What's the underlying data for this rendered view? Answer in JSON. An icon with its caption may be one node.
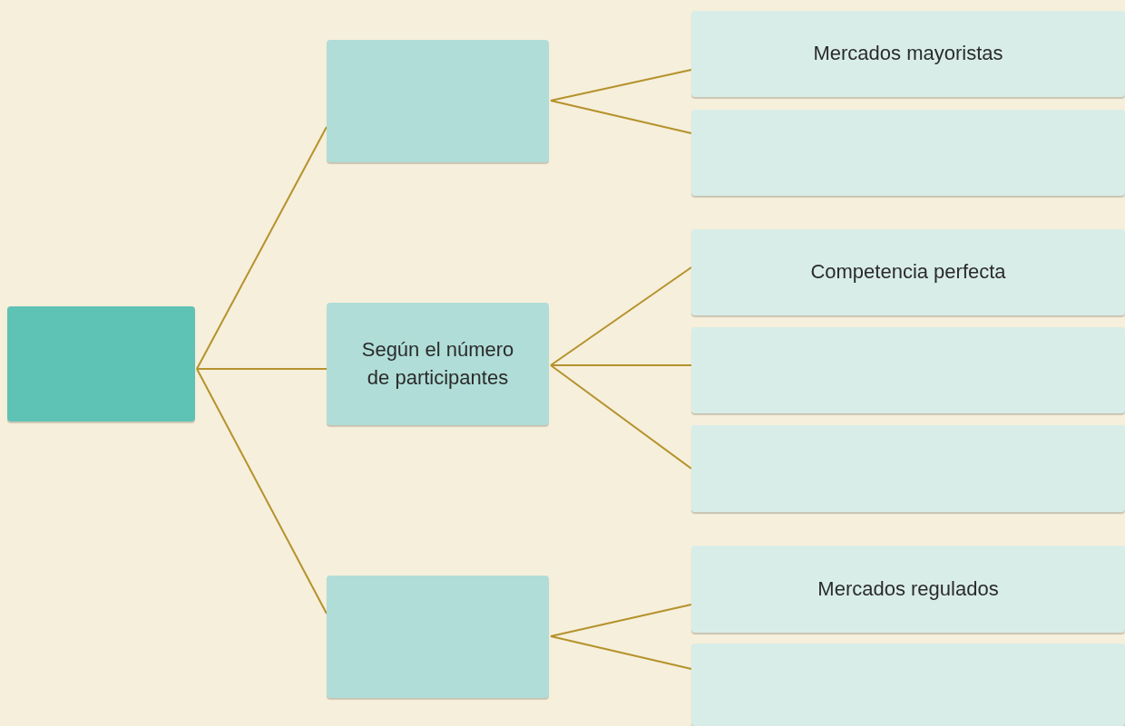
{
  "diagram": {
    "nodes": [
      {
        "text": [],
        "shape": "box"
      },
      {
        "text": [],
        "shape": "box"
      },
      {
        "text": [
          "Según el número de participantes"
        ]
      },
      {
        "text": [],
        "shape": "box"
      },
      {
        "text": [
          "Mercados mayoristas"
        ]
      },
      {
        "text": [],
        "shape": "box"
      },
      {
        "text": [
          "Competencia perfecta"
        ]
      },
      {
        "text": [],
        "shape": "box"
      },
      {
        "text": [],
        "shape": "box"
      },
      {
        "text": [
          "Mercados regulados"
        ]
      },
      {
        "text": [],
        "shape": "box"
      }
    ],
    "edges": [
      {
        "from": 0,
        "to": 1,
        "arrow": "none"
      },
      {
        "from": 0,
        "to": 2,
        "arrow": "none"
      },
      {
        "from": 0,
        "to": 3,
        "arrow": "none"
      },
      {
        "from": 1,
        "to": 4,
        "arrow": "none"
      },
      {
        "from": 1,
        "to": 5,
        "arrow": "none"
      },
      {
        "from": 2,
        "to": 6,
        "arrow": "none"
      },
      {
        "from": 2,
        "to": 7,
        "arrow": "none"
      },
      {
        "from": 2,
        "to": 8,
        "arrow": "none"
      },
      {
        "from": 3,
        "to": 9,
        "arrow": "none"
      },
      {
        "from": 3,
        "to": 10,
        "arrow": "none"
      }
    ]
  }
}
